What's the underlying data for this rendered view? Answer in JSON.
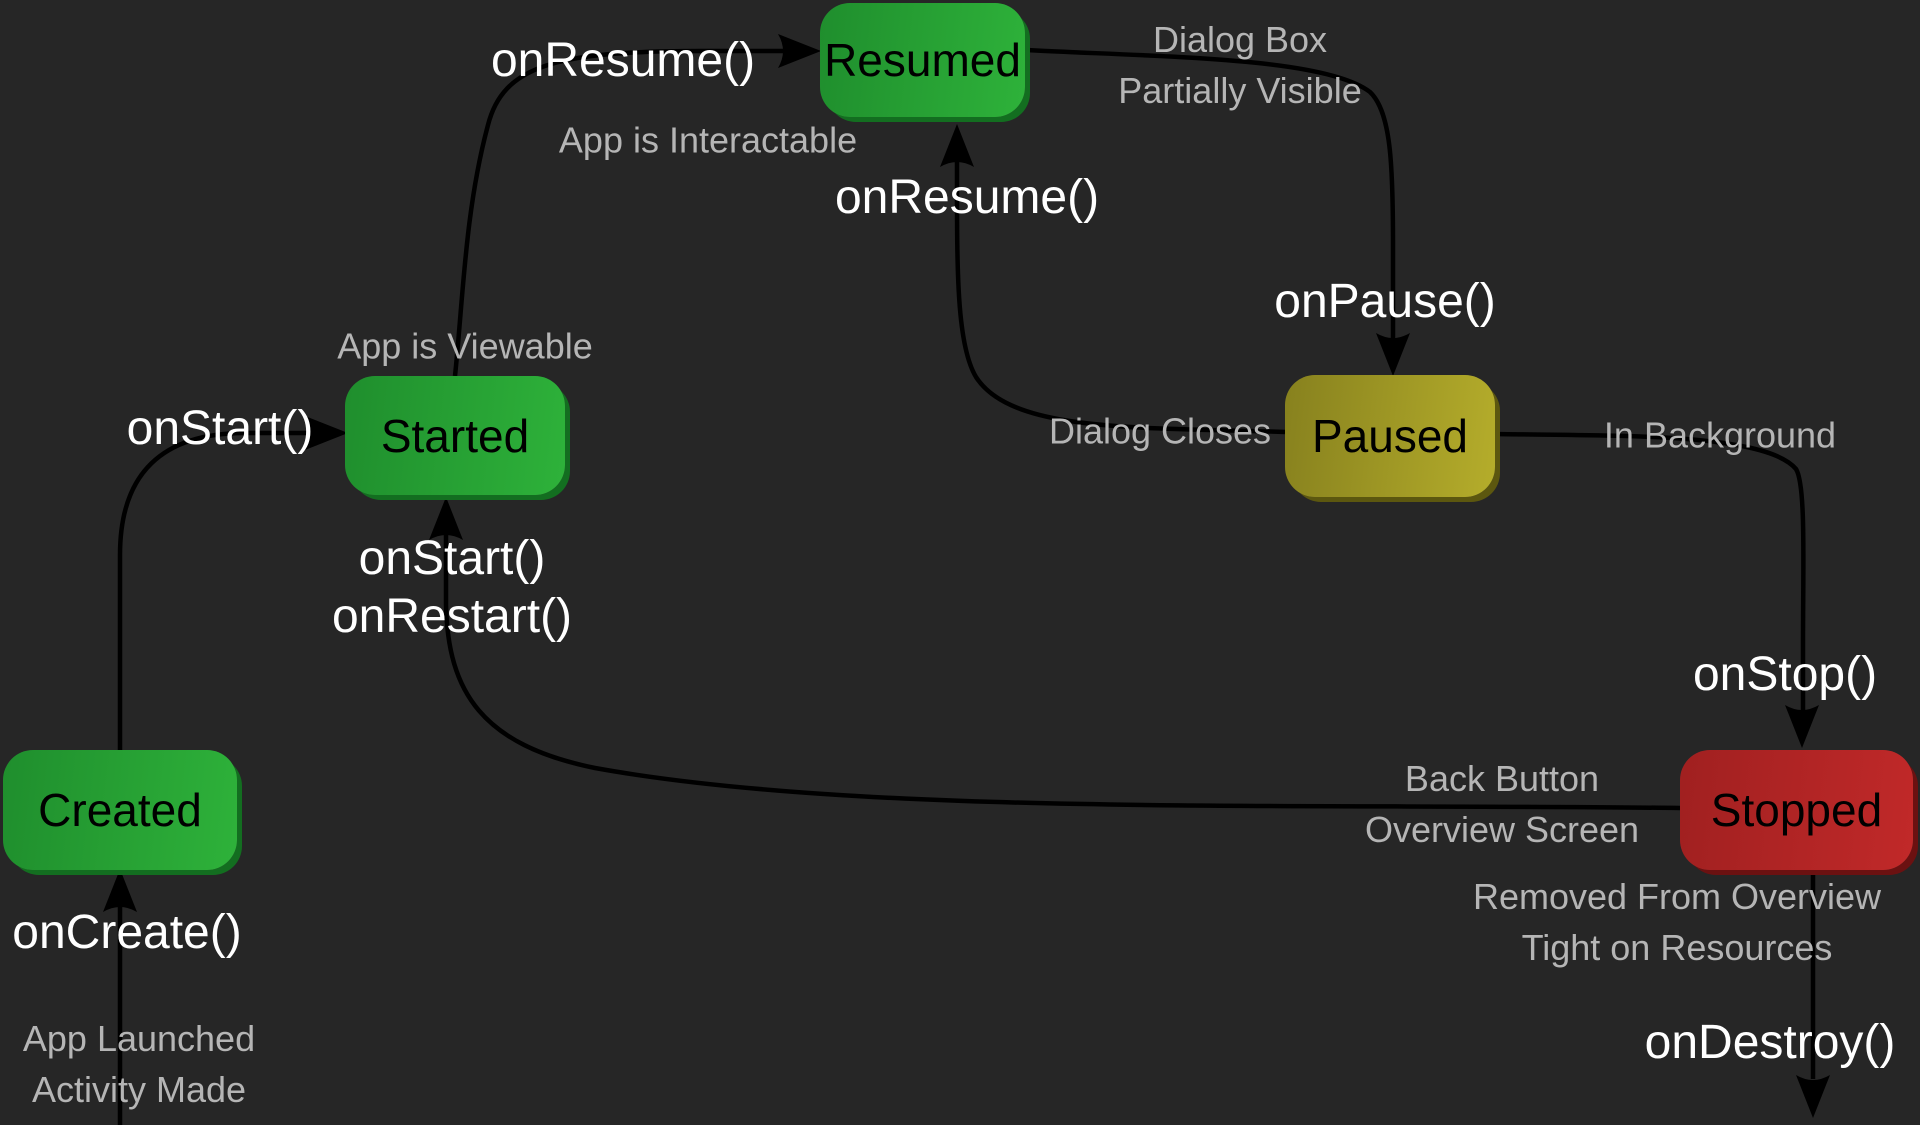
{
  "colors": {
    "background": "#262626",
    "node_green": "#2eb23a",
    "node_yellow": "#b5ad2b",
    "node_red": "#c12929",
    "node_text": "#000000",
    "callback_text": "#ffffff",
    "annotation_text": "#b5b5b5",
    "arrow": "#000000"
  },
  "nodes": {
    "created": {
      "label": "Created"
    },
    "started": {
      "label": "Started"
    },
    "resumed": {
      "label": "Resumed"
    },
    "paused": {
      "label": "Paused"
    },
    "stopped": {
      "label": "Stopped"
    }
  },
  "callbacks": {
    "on_create": "onCreate()",
    "on_start_left": "onStart()",
    "on_resume_top": "onResume()",
    "on_resume_mid": "onResume()",
    "on_pause": "onPause()",
    "on_stop": "onStop()",
    "on_start_again": "onStart()",
    "on_restart": "onRestart()",
    "on_destroy": "onDestroy()"
  },
  "annotations": {
    "app_launched_line1": "App Launched",
    "app_launched_line2": "Activity Made",
    "app_viewable": "App is Viewable",
    "app_interactable": "App is Interactable",
    "dialog_box_line1": "Dialog Box",
    "dialog_box_line2": "Partially Visible",
    "dialog_closes": "Dialog Closes",
    "in_background": "In Background",
    "back_button_line1": "Back Button",
    "back_button_line2": "Overview Screen",
    "removed_line1": "Removed From Overview",
    "removed_line2": "Tight on Resources"
  },
  "edges": [
    {
      "from": "launch",
      "to": "created"
    },
    {
      "from": "created",
      "to": "started"
    },
    {
      "from": "started",
      "to": "resumed"
    },
    {
      "from": "resumed",
      "to": "paused"
    },
    {
      "from": "paused",
      "to": "resumed"
    },
    {
      "from": "paused",
      "to": "stopped"
    },
    {
      "from": "stopped",
      "to": "started"
    },
    {
      "from": "stopped",
      "to": "destroyed"
    }
  ]
}
